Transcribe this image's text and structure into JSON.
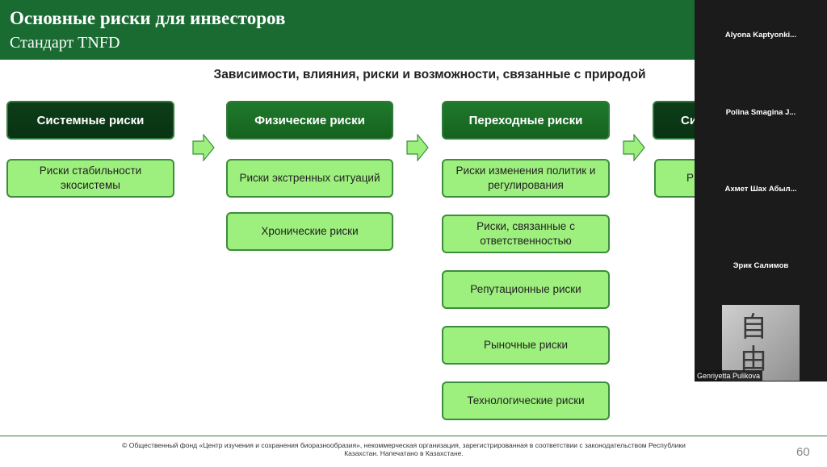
{
  "slide": {
    "title": "Основные риски для инвесторов",
    "subtitle": "Стандарт TNFD",
    "heading": "Зависимости, влияния, риски и возможности, связанные с природой",
    "columns": [
      {
        "header": "Системные риски",
        "items": [
          "Риски стабильности экосистемы"
        ]
      },
      {
        "header": "Физические риски",
        "items": [
          "Риски экстренных ситуаций",
          "Хронические риски"
        ]
      },
      {
        "header": "Переходные риски",
        "items": [
          "Риски изменения политик и регулирования",
          "Риски, связанные с ответственностью",
          "Репутационные риски",
          "Рыночные риски",
          "Технологические риски"
        ]
      },
      {
        "header": "Си",
        "items": [
          "Р"
        ]
      }
    ],
    "footer": "© Общественный фонд «Центр изучения и сохранения биоразнообразия», некоммерческая организация, зарегистрированная в соответствии с законодательством Республики Казахстан. Напечатано в Казахстане.",
    "page_number": "60"
  },
  "participants": [
    {
      "name": "Alyona Kaptyonki..."
    },
    {
      "name": "Polina Smagina J..."
    },
    {
      "name": "Ахмет Шах Абыл..."
    },
    {
      "name": "Эрик Салимов"
    },
    {
      "name": "Genriyetta Pulikova"
    }
  ],
  "video_glyph": "自由",
  "colors": {
    "header_green": "#1a6b32",
    "dark_box": "#0c3d18",
    "mid_box": "#1f7a2c",
    "light_box": "#9ef07e",
    "arrow": "#9ef07e"
  }
}
